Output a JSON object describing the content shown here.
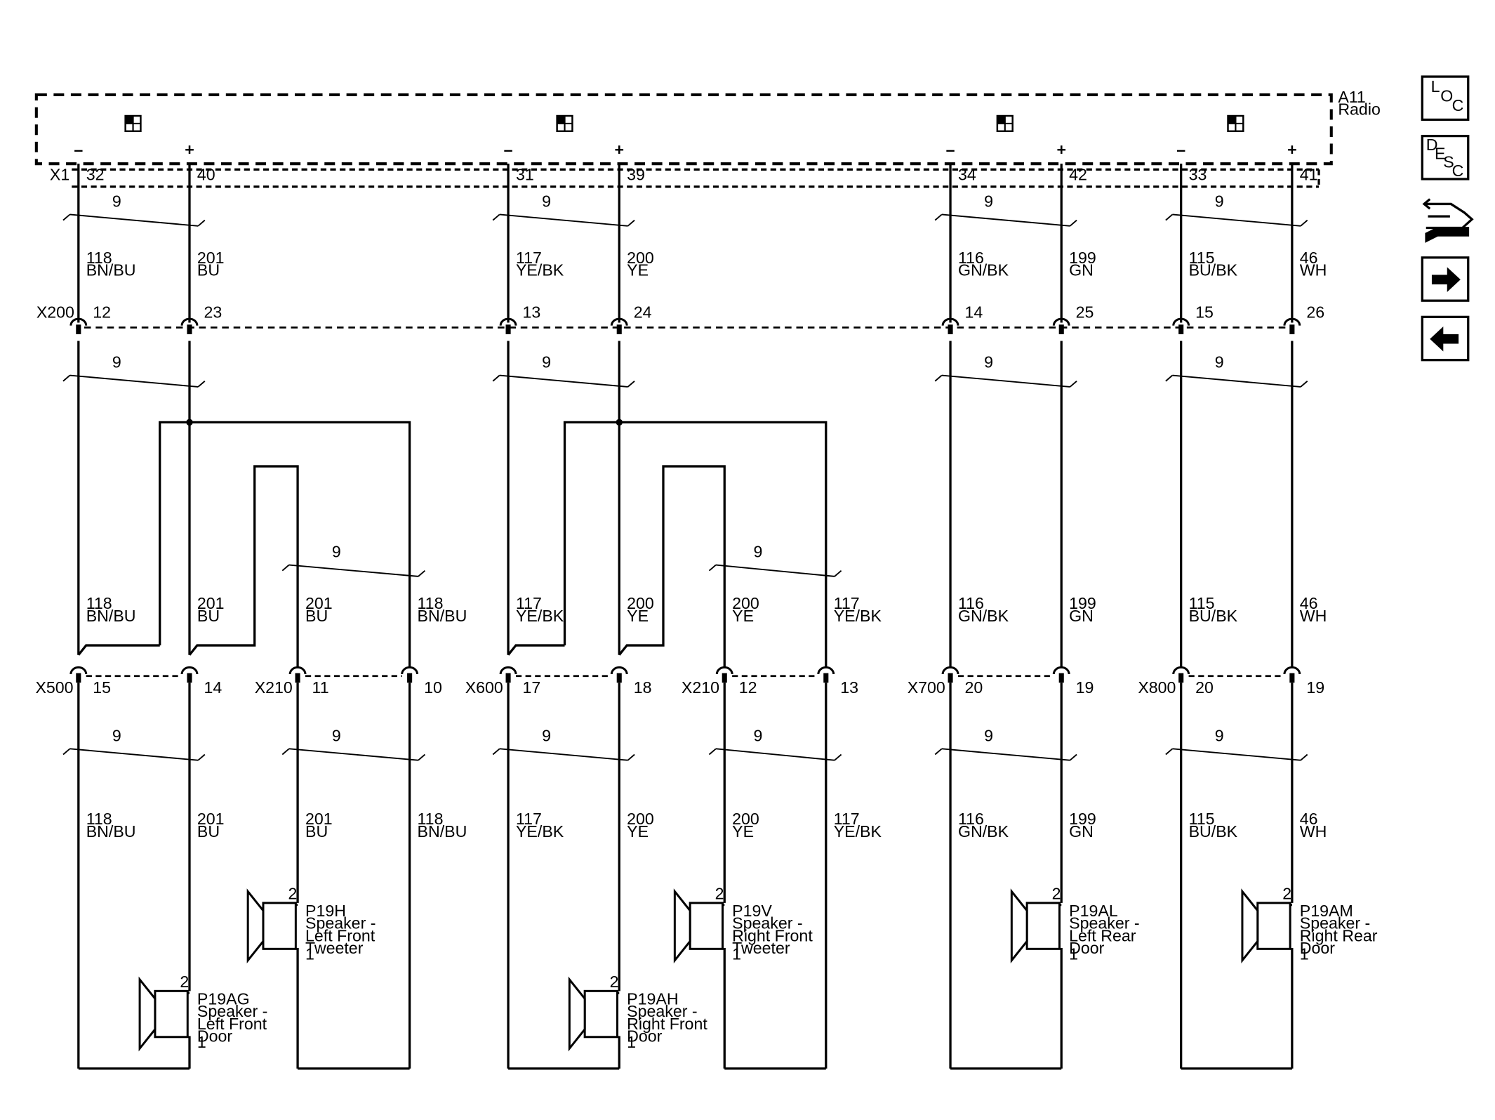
{
  "module": {
    "ref": "A11",
    "name": "Radio",
    "connector": "X1"
  },
  "polarity": {
    "neg": "–",
    "pos": "+"
  },
  "twist_label": "9",
  "nav": {
    "loc": [
      "L",
      "O",
      "C"
    ],
    "desc": [
      "D",
      "E",
      "S",
      "C"
    ]
  },
  "channels": [
    {
      "radio_pins": [
        "32",
        "40"
      ],
      "wires": [
        {
          "circuit": "118",
          "color": "BN/BU"
        },
        {
          "circuit": "201",
          "color": "BU"
        }
      ],
      "x200": {
        "name": "X200",
        "pins": [
          "12",
          "23"
        ]
      },
      "door_conn": {
        "name": "X500",
        "pins": [
          "15",
          "14"
        ]
      },
      "tweeter_conn": {
        "name": "X210",
        "pins": [
          "11",
          "10"
        ]
      },
      "door_speaker": {
        "ref": "P19AG",
        "lines": [
          "Speaker -",
          "Left Front",
          "Door"
        ],
        "pin_top": "2",
        "pin_bottom": "1"
      },
      "tweeter_speaker": {
        "ref": "P19H",
        "lines": [
          "Speaker -",
          "Left Front",
          "Tweeter"
        ],
        "pin_top": "2",
        "pin_bottom": "1"
      }
    },
    {
      "radio_pins": [
        "31",
        "39"
      ],
      "wires": [
        {
          "circuit": "117",
          "color": "YE/BK"
        },
        {
          "circuit": "200",
          "color": "YE"
        }
      ],
      "x200": {
        "name": "",
        "pins": [
          "13",
          "24"
        ]
      },
      "door_conn": {
        "name": "X600",
        "pins": [
          "17",
          "18"
        ]
      },
      "tweeter_conn": {
        "name": "X210",
        "pins": [
          "12",
          "13"
        ]
      },
      "door_speaker": {
        "ref": "P19AH",
        "lines": [
          "Speaker -",
          "Right Front",
          "Door"
        ],
        "pin_top": "2",
        "pin_bottom": "1"
      },
      "tweeter_speaker": {
        "ref": "P19V",
        "lines": [
          "Speaker -",
          "Right Front",
          "Tweeter"
        ],
        "pin_top": "2",
        "pin_bottom": "1"
      }
    },
    {
      "radio_pins": [
        "34",
        "42"
      ],
      "wires": [
        {
          "circuit": "116",
          "color": "GN/BK"
        },
        {
          "circuit": "199",
          "color": "GN"
        }
      ],
      "x200": {
        "name": "",
        "pins": [
          "14",
          "25"
        ]
      },
      "door_conn": {
        "name": "X700",
        "pins": [
          "20",
          "19"
        ]
      },
      "speaker": {
        "ref": "P19AL",
        "lines": [
          "Speaker -",
          "Left Rear",
          "Door"
        ],
        "pin_top": "2",
        "pin_bottom": "1"
      }
    },
    {
      "radio_pins": [
        "33",
        "41"
      ],
      "wires": [
        {
          "circuit": "115",
          "color": "BU/BK"
        },
        {
          "circuit": "46",
          "color": "WH"
        }
      ],
      "x200": {
        "name": "",
        "pins": [
          "15",
          "26"
        ]
      },
      "door_conn": {
        "name": "X800",
        "pins": [
          "20",
          "19"
        ]
      },
      "speaker": {
        "ref": "P19AM",
        "lines": [
          "Speaker -",
          "Right Rear",
          "Door"
        ],
        "pin_top": "2",
        "pin_bottom": "1"
      }
    }
  ]
}
